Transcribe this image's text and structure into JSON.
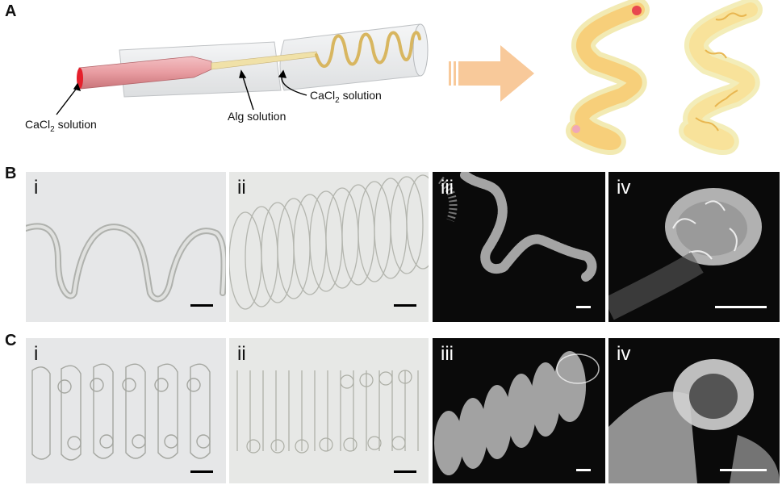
{
  "panel_letters": [
    "A",
    "B",
    "C"
  ],
  "panel_a": {
    "labels": {
      "cacl2_left_prefix": "CaCl",
      "cacl2_left_sub": "2",
      "cacl2_left_suffix": " solution",
      "alg": "Alg solution",
      "cacl2_right_prefix": "CaCl",
      "cacl2_right_sub": "2",
      "cacl2_right_suffix": " solution"
    }
  },
  "panel_b": {
    "sublabels": [
      "i",
      "ii",
      "iii",
      "iv"
    ]
  },
  "panel_c": {
    "sublabels": [
      "i",
      "ii",
      "iii",
      "iv"
    ]
  },
  "colors": {
    "pink_tube": "#e8a0a4",
    "arrow": "#f8c99a",
    "fiber_yellow": "#f5df8a",
    "brightfield_bg": "#e6e7e8",
    "sem_bg": "#0a0a0a"
  }
}
